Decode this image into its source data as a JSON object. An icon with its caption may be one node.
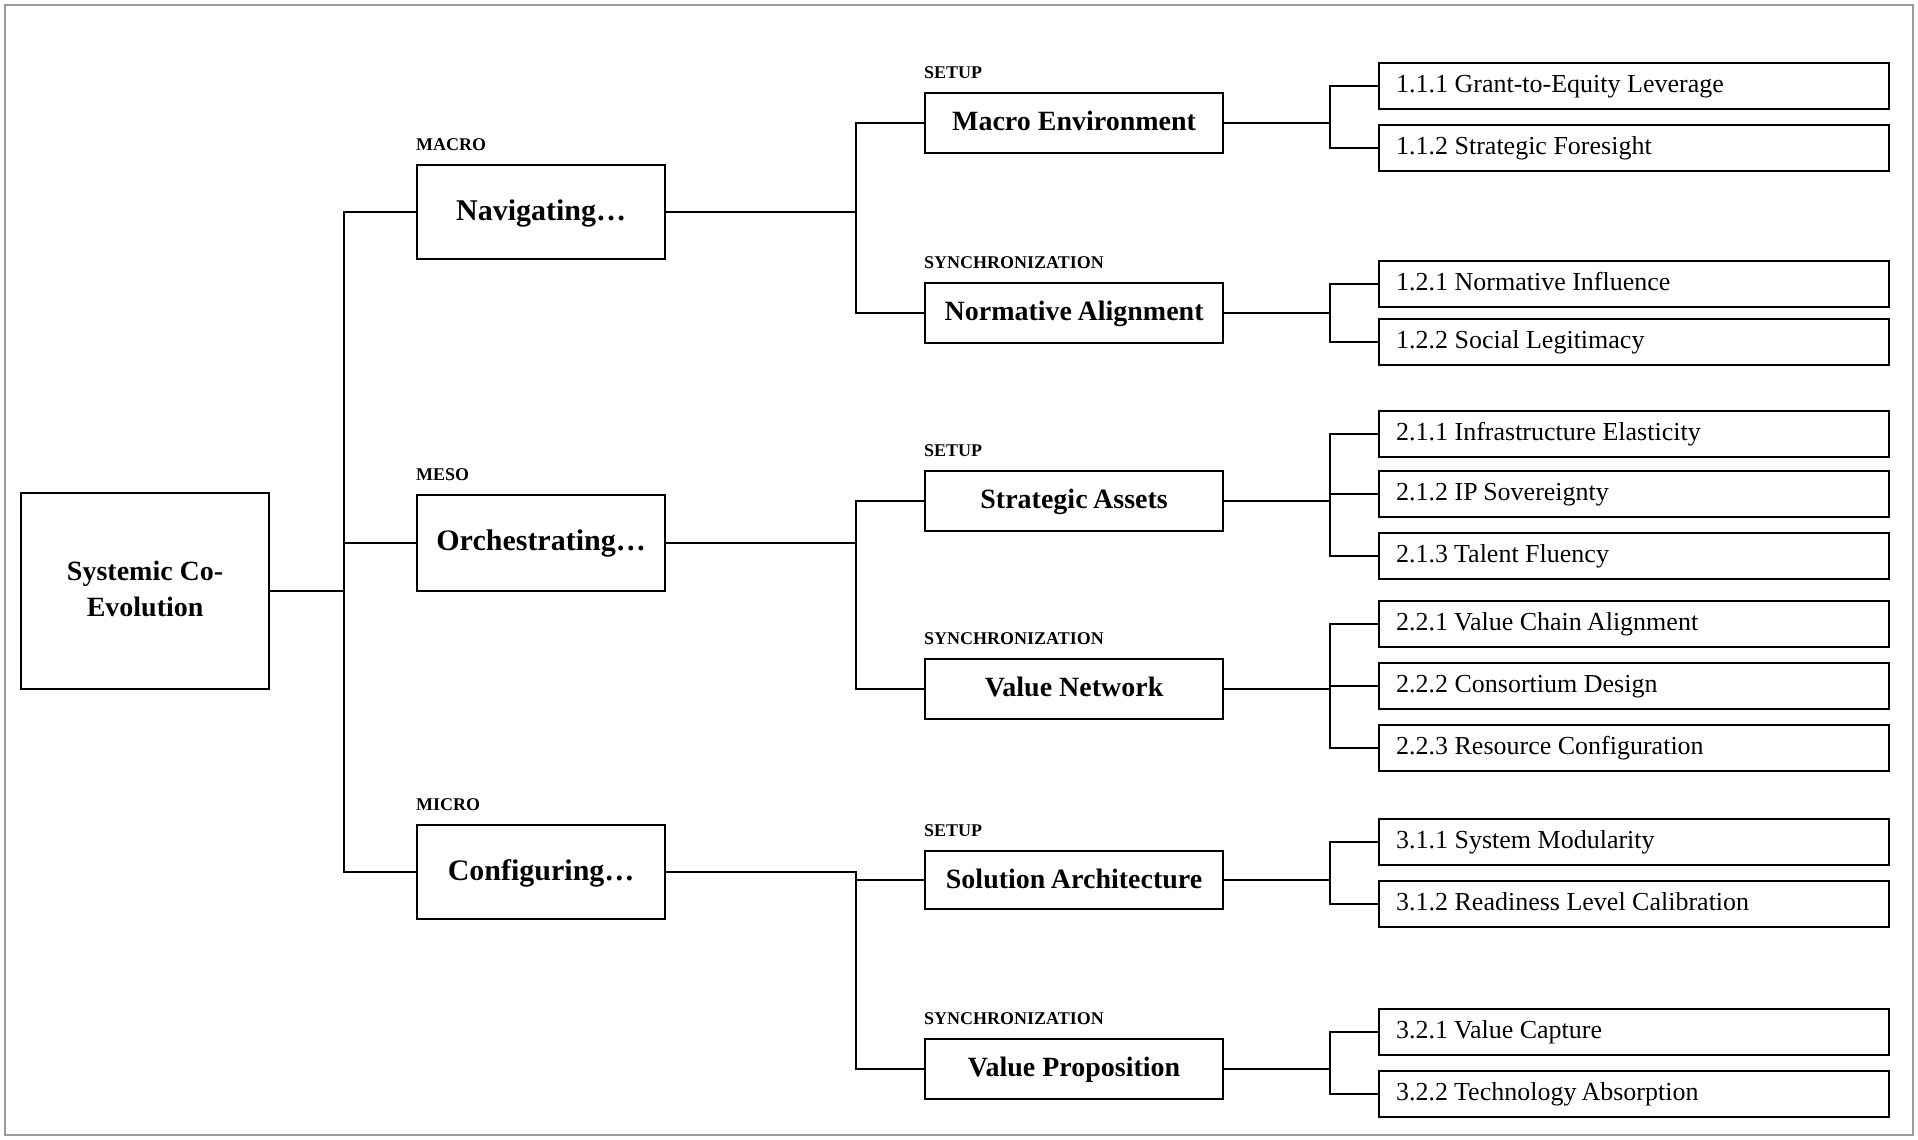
{
  "diagram": {
    "nodes": [
      {
        "text": [
          "Systemic Co-Evolution"
        ]
      },
      {
        "text": [
          "Navigating…"
        ],
        "beside": [
          "MACRO"
        ]
      },
      {
        "text": [
          "Macro Environment"
        ],
        "beside": [
          "SETUP"
        ]
      },
      {
        "text": [
          "1.1.1 Grant-to-Equity Leverage"
        ]
      },
      {
        "text": [
          "1.1.2 Strategic Foresight"
        ]
      },
      {
        "text": [
          "Normative Alignment"
        ],
        "beside": [
          "SYNCHRONIZATION"
        ]
      },
      {
        "text": [
          "1.2.1 Normative Influence"
        ]
      },
      {
        "text": [
          "1.2.2 Social Legitimacy"
        ]
      },
      {
        "text": [
          "Orchestrating…"
        ],
        "beside": [
          "MESO"
        ]
      },
      {
        "text": [
          "Strategic Assets"
        ],
        "beside": [
          "SETUP"
        ]
      },
      {
        "text": [
          "2.1.1 Infrastructure Elasticity"
        ]
      },
      {
        "text": [
          "2.1.2 IP Sovereignty"
        ]
      },
      {
        "text": [
          "2.1.3 Talent Fluency"
        ]
      },
      {
        "text": [
          "Value Network"
        ],
        "beside": [
          "SYNCHRONIZATION"
        ]
      },
      {
        "text": [
          "2.2.1 Value Chain Alignment"
        ]
      },
      {
        "text": [
          "2.2.2 Consortium Design"
        ]
      },
      {
        "text": [
          "2.2.3 Resource Configuration"
        ]
      },
      {
        "text": [
          "Configuring…"
        ],
        "beside": [
          "MICRO"
        ]
      },
      {
        "text": [
          "Solution Architecture"
        ],
        "beside": [
          "SETUP"
        ]
      },
      {
        "text": [
          "3.1.1 System Modularity"
        ]
      },
      {
        "text": [
          "3.1.2 Readiness Level Calibration"
        ]
      },
      {
        "text": [
          "Value Proposition"
        ],
        "beside": [
          "SYNCHRONIZATION"
        ]
      },
      {
        "text": [
          "3.2.1 Value Capture"
        ]
      },
      {
        "text": [
          "3.2.2 Technology Absorption"
        ]
      }
    ],
    "edges": [
      {
        "from": 0,
        "to": 1,
        "arrow": "none"
      },
      {
        "from": 0,
        "to": 8,
        "arrow": "none"
      },
      {
        "from": 0,
        "to": 17,
        "arrow": "none"
      },
      {
        "from": 1,
        "to": 2,
        "arrow": "none"
      },
      {
        "from": 1,
        "to": 5,
        "arrow": "none"
      },
      {
        "from": 2,
        "to": 3,
        "arrow": "none"
      },
      {
        "from": 2,
        "to": 4,
        "arrow": "none"
      },
      {
        "from": 5,
        "to": 6,
        "arrow": "none"
      },
      {
        "from": 5,
        "to": 7,
        "arrow": "none"
      },
      {
        "from": 8,
        "to": 9,
        "arrow": "none"
      },
      {
        "from": 8,
        "to": 13,
        "arrow": "none"
      },
      {
        "from": 9,
        "to": 10,
        "arrow": "none"
      },
      {
        "from": 9,
        "to": 11,
        "arrow": "none"
      },
      {
        "from": 9,
        "to": 12,
        "arrow": "none"
      },
      {
        "from": 13,
        "to": 14,
        "arrow": "none"
      },
      {
        "from": 13,
        "to": 15,
        "arrow": "none"
      },
      {
        "from": 13,
        "to": 16,
        "arrow": "none"
      },
      {
        "from": 17,
        "to": 18,
        "arrow": "none"
      },
      {
        "from": 17,
        "to": 21,
        "arrow": "none"
      },
      {
        "from": 18,
        "to": 19,
        "arrow": "none"
      },
      {
        "from": 18,
        "to": 20,
        "arrow": "none"
      },
      {
        "from": 21,
        "to": 22,
        "arrow": "none"
      },
      {
        "from": 21,
        "to": 23,
        "arrow": "none"
      }
    ]
  }
}
